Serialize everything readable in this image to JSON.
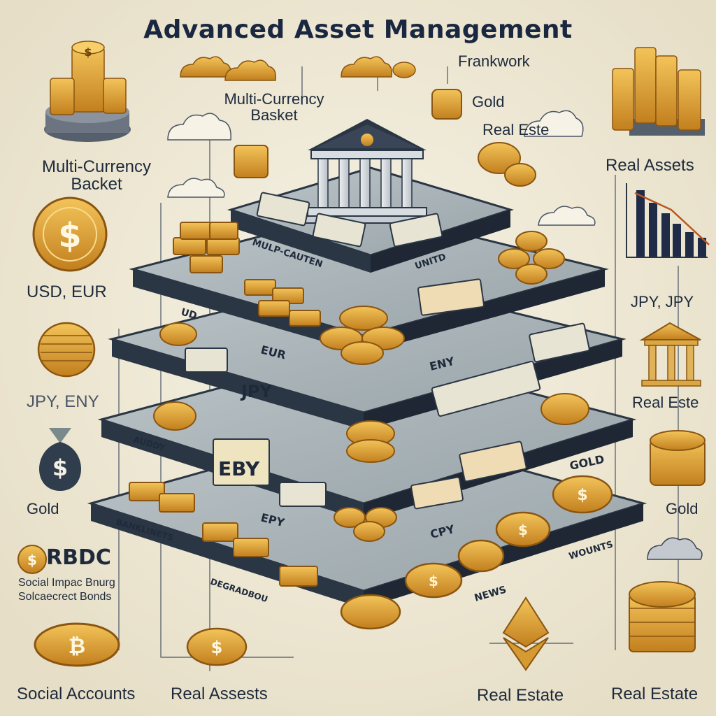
{
  "title": "Advanced Asset Management",
  "subtitle": "Frankwork",
  "top_labels": {
    "multi_currency_basket": "Multi-Currency\nBasket",
    "gold": "Gold",
    "real_estate": "Real Este"
  },
  "left_labels": {
    "multi_currency_basket": "Multi-Currency\nBacket",
    "usd_eur": "USD, EUR",
    "jpy_eny": "JPY, ENY",
    "gold": "Gold",
    "rbdc": "RBDC",
    "social_impact": "Social Impac Bnurg",
    "social_bonds": "Solcaecrect Bonds",
    "social_accounts": "Social Accounts"
  },
  "bottom_labels": {
    "real_assets": "Real Assests",
    "real_estate_center": "Real Estate",
    "real_estate_right": "Real Estate"
  },
  "right_labels": {
    "real_assets": "Real Assets",
    "jpy_jpy": "JPY, JPY",
    "real_estate": "Real Este",
    "gold": "Gold"
  },
  "pyramid_labels": {
    "tier1_edge": "MULP-CAUTEN",
    "tier1_right": "UNITD",
    "tier2_left": "UD",
    "tier3_eur": "EUR",
    "tier3_eny": "ENY",
    "tier3_jpy": "JPY",
    "tier4_eby": "EBY",
    "tier4_gold": "GOLD",
    "tier5_epy": "EPY",
    "tier5_cpy": "CPY",
    "tier5_left": "BANKLINETS",
    "tier6_left": "DEGRADBOU",
    "tier6_news": "NEWS",
    "tier6_right": "WOUNTS",
    "tier4_left": "AUDDY"
  },
  "colors": {
    "background": "#efe9d6",
    "platform_top": "#a9b3b8",
    "platform_edge": "#2b3644",
    "gold": "#e2a53a",
    "gold_dark": "#a86a16",
    "navy": "#1e2a3b"
  },
  "icons": [
    "coin-stack-icon",
    "dollar-coin-icon",
    "money-bag-icon",
    "bank-building-icon",
    "ethereum-icon",
    "bitcoin-coin-icon",
    "cloud-icon",
    "bar-chart-icon",
    "gold-bar-icon",
    "banknote-icon"
  ]
}
